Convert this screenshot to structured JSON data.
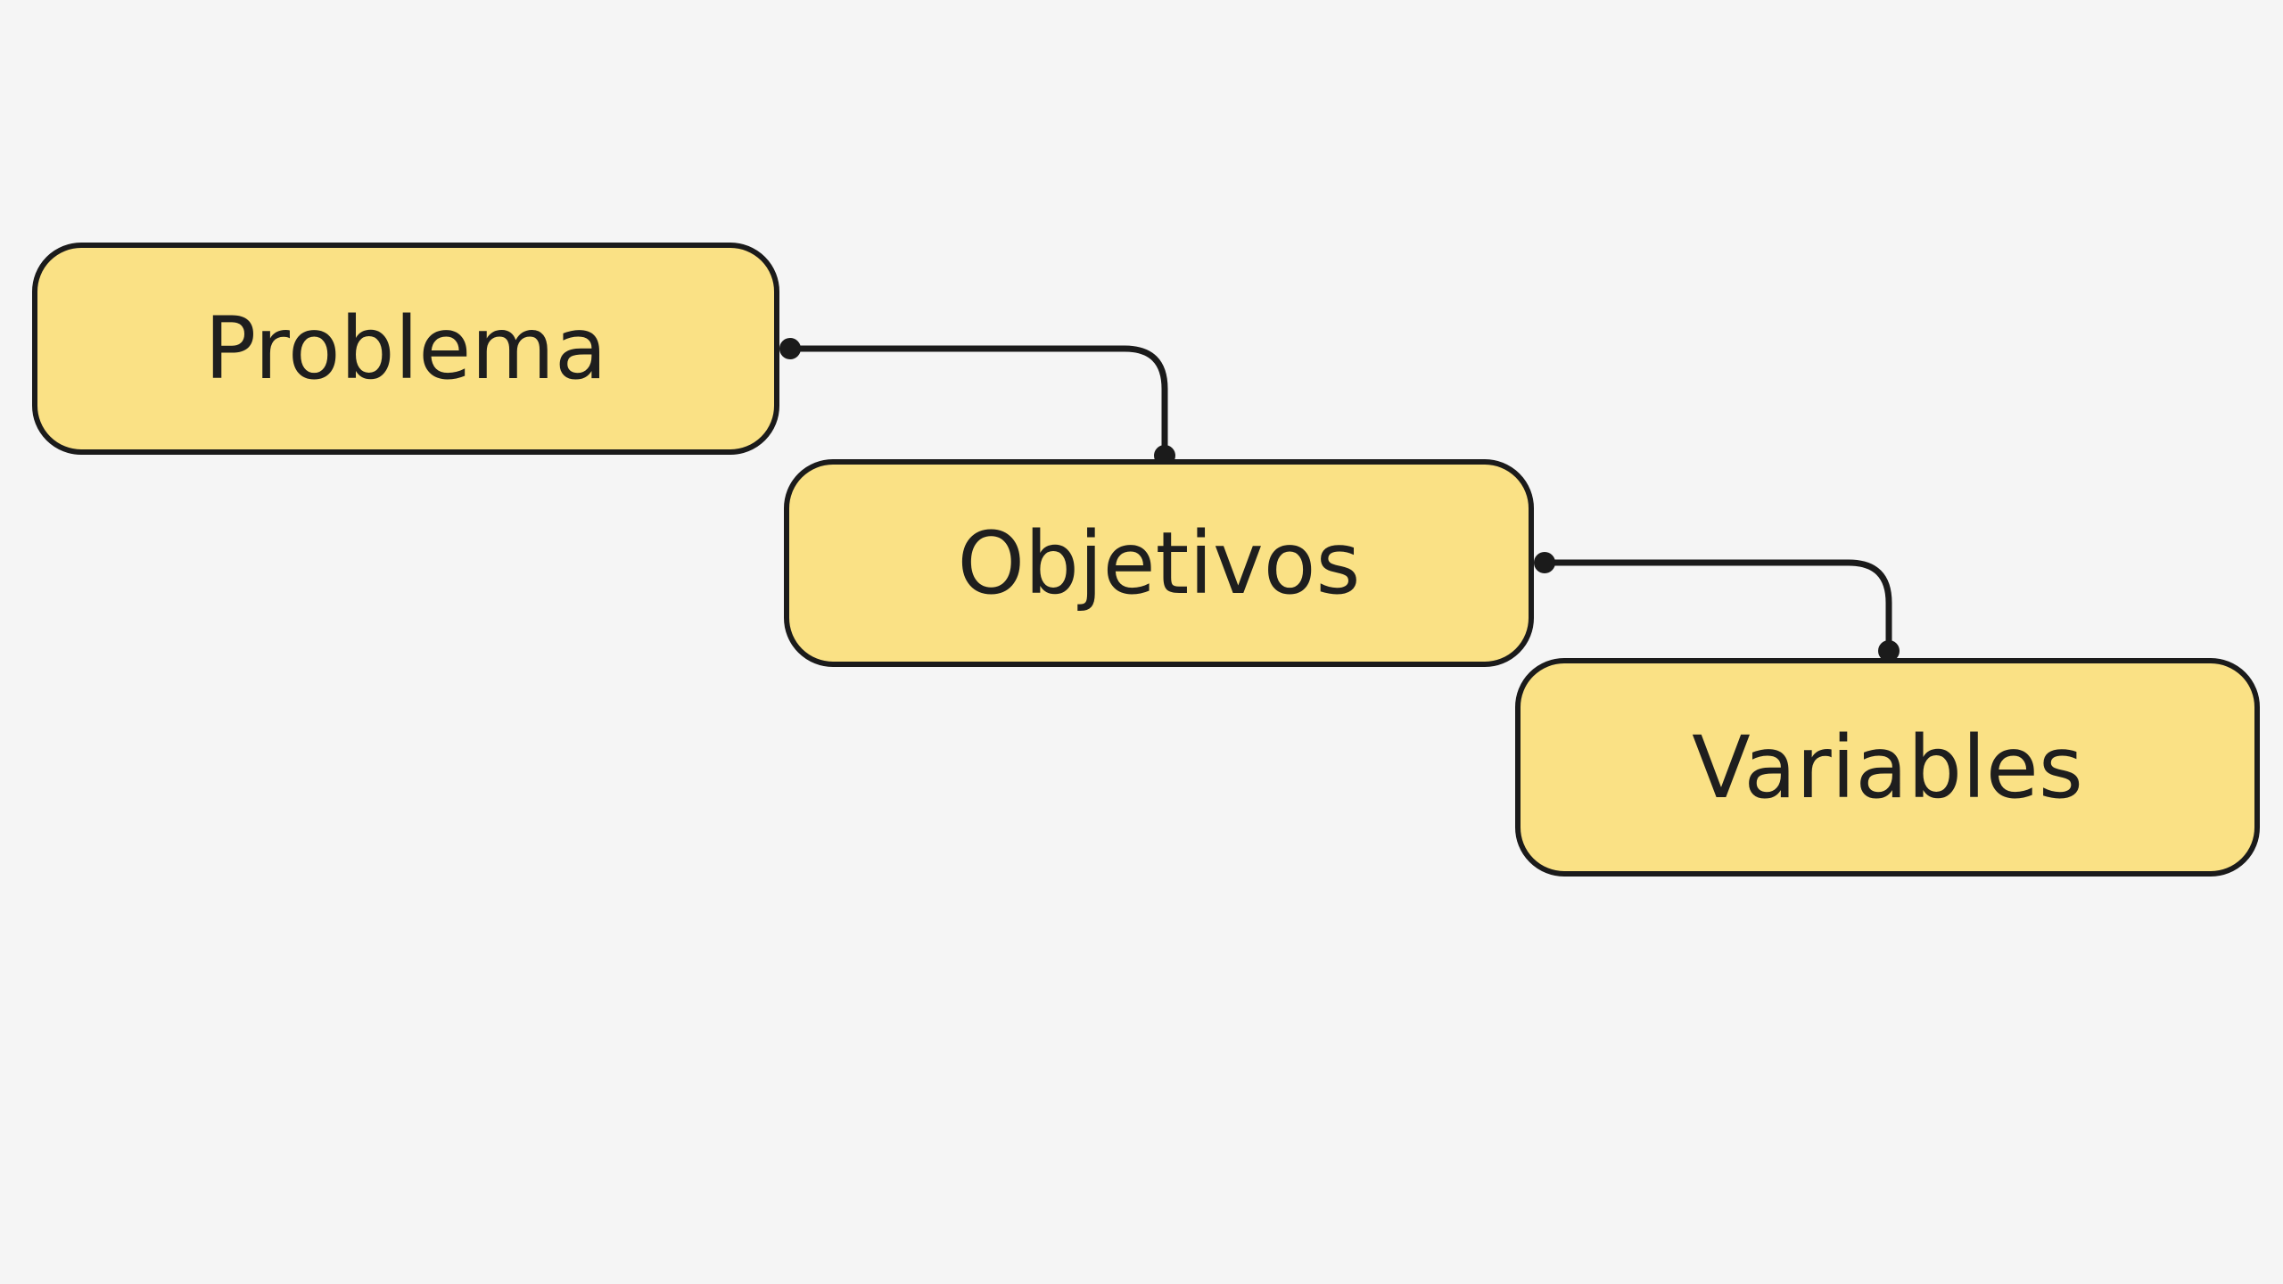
{
  "app": {
    "name": "diagram-canvas"
  },
  "colors": {
    "canvas-bg": "#f5f5f5",
    "node-fill": "#fae185",
    "node-stroke": "#1b1b1b",
    "connector": "#1b1b1b",
    "text": "#1e1e1e"
  },
  "diagram": {
    "type": "flowchart",
    "style": "hand-drawn",
    "nodes": [
      {
        "id": "problema",
        "label": "Problema"
      },
      {
        "id": "objetivos",
        "label": "Objetivos"
      },
      {
        "id": "variables",
        "label": "Variables"
      }
    ],
    "edges": [
      {
        "from": "problema",
        "to": "objetivos",
        "shape": "elbow",
        "endpoints": "filled-dots"
      },
      {
        "from": "objetivos",
        "to": "variables",
        "shape": "elbow",
        "endpoints": "filled-dots"
      }
    ]
  }
}
